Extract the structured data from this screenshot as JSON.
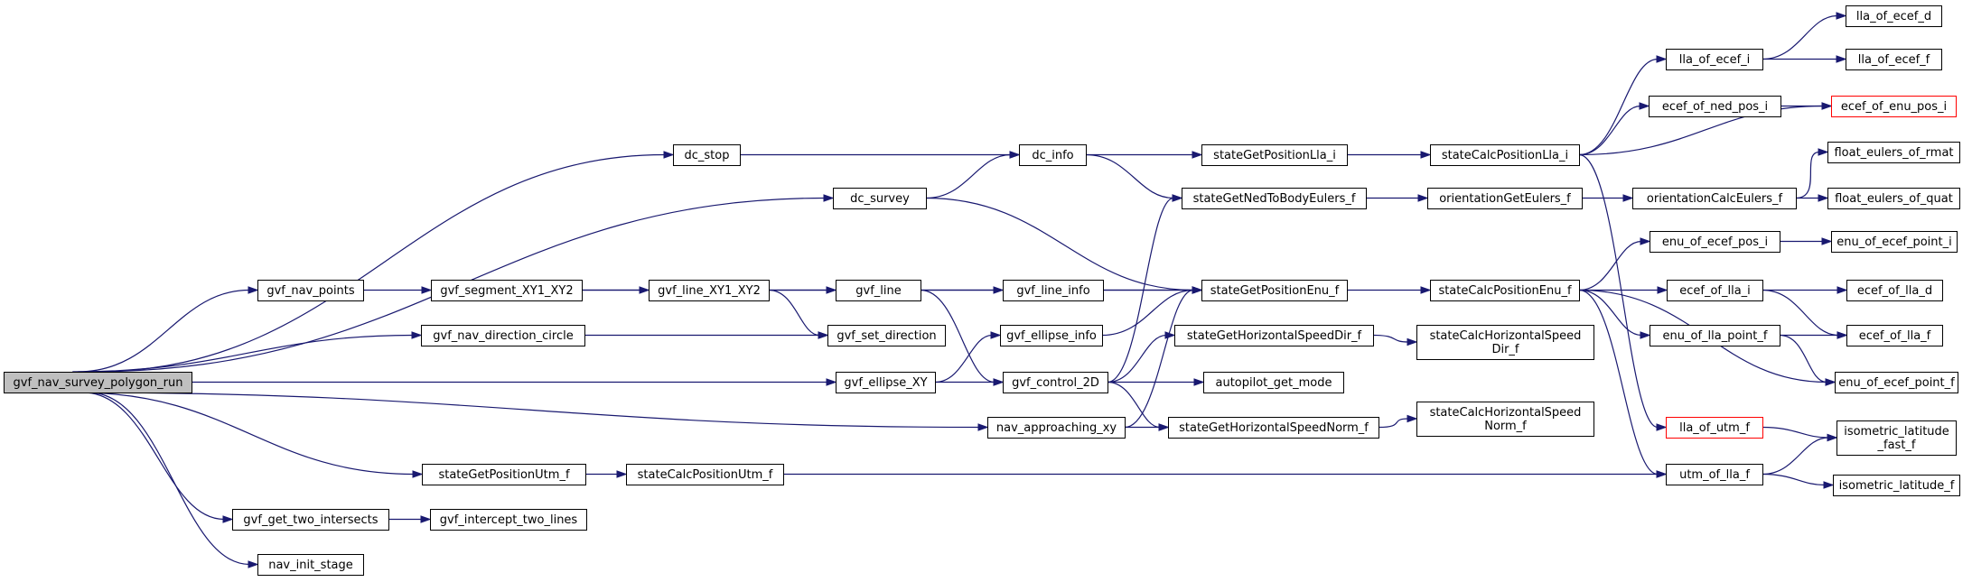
{
  "colors": {
    "edge": "#191970",
    "root_fill": "#bfbfbf",
    "node_border": "#000000",
    "external_border": "#ff0000",
    "node_fill": "#ffffff"
  },
  "nodes": [
    {
      "id": "root",
      "label": [
        "gvf_nav_survey_polygon_run"
      ]
    },
    {
      "id": "dc_stop",
      "label": [
        "dc_stop"
      ]
    },
    {
      "id": "dc_info",
      "label": [
        "dc_info"
      ]
    },
    {
      "id": "dc_survey",
      "label": [
        "dc_survey"
      ]
    },
    {
      "id": "stateGetPositionLla_i",
      "label": [
        "stateGetPositionLla_i"
      ]
    },
    {
      "id": "stateCalcPositionLla_i",
      "label": [
        "stateCalcPositionLla_i"
      ]
    },
    {
      "id": "lla_of_ecef_i",
      "label": [
        "lla_of_ecef_i"
      ]
    },
    {
      "id": "lla_of_ecef_d",
      "label": [
        "lla_of_ecef_d"
      ]
    },
    {
      "id": "lla_of_ecef_f",
      "label": [
        "lla_of_ecef_f"
      ]
    },
    {
      "id": "ecef_of_ned_pos_i",
      "label": [
        "ecef_of_ned_pos_i"
      ]
    },
    {
      "id": "ecef_of_enu_pos_i",
      "label": [
        "ecef_of_enu_pos_i"
      ],
      "external": true
    },
    {
      "id": "stateGetNedToBodyEulers_f",
      "label": [
        "stateGetNedToBodyEulers_f"
      ]
    },
    {
      "id": "orientationGetEulers_f",
      "label": [
        "orientationGetEulers_f"
      ]
    },
    {
      "id": "orientationCalcEulers_f",
      "label": [
        "orientationCalcEulers_f"
      ]
    },
    {
      "id": "float_eulers_of_rmat",
      "label": [
        "float_eulers_of_rmat"
      ]
    },
    {
      "id": "float_eulers_of_quat",
      "label": [
        "float_eulers_of_quat"
      ]
    },
    {
      "id": "gvf_nav_points",
      "label": [
        "gvf_nav_points"
      ]
    },
    {
      "id": "gvf_segment_XY1_XY2",
      "label": [
        "gvf_segment_XY1_XY2"
      ]
    },
    {
      "id": "gvf_line_XY1_XY2",
      "label": [
        "gvf_line_XY1_XY2"
      ]
    },
    {
      "id": "gvf_line",
      "label": [
        "gvf_line"
      ]
    },
    {
      "id": "gvf_line_info",
      "label": [
        "gvf_line_info"
      ]
    },
    {
      "id": "stateGetPositionEnu_f",
      "label": [
        "stateGetPositionEnu_f"
      ]
    },
    {
      "id": "stateCalcPositionEnu_f",
      "label": [
        "stateCalcPositionEnu_f"
      ]
    },
    {
      "id": "enu_of_ecef_pos_i",
      "label": [
        "enu_of_ecef_pos_i"
      ]
    },
    {
      "id": "enu_of_ecef_point_i",
      "label": [
        "enu_of_ecef_point_i"
      ]
    },
    {
      "id": "ecef_of_lla_i",
      "label": [
        "ecef_of_lla_i"
      ]
    },
    {
      "id": "ecef_of_lla_d",
      "label": [
        "ecef_of_lla_d"
      ]
    },
    {
      "id": "gvf_nav_direction_circle",
      "label": [
        "gvf_nav_direction_circle"
      ]
    },
    {
      "id": "gvf_set_direction",
      "label": [
        "gvf_set_direction"
      ]
    },
    {
      "id": "gvf_ellipse_info",
      "label": [
        "gvf_ellipse_info"
      ]
    },
    {
      "id": "stateGetHorizontalSpeedDir_f",
      "label": [
        "stateGetHorizontalSpeedDir_f"
      ]
    },
    {
      "id": "stateCalcHorizontalSpeedDir_f",
      "label": [
        "stateCalcHorizontalSpeed",
        "Dir_f"
      ]
    },
    {
      "id": "enu_of_lla_point_f",
      "label": [
        "enu_of_lla_point_f"
      ]
    },
    {
      "id": "ecef_of_lla_f",
      "label": [
        "ecef_of_lla_f"
      ]
    },
    {
      "id": "gvf_ellipse_XY",
      "label": [
        "gvf_ellipse_XY"
      ]
    },
    {
      "id": "gvf_control_2D",
      "label": [
        "gvf_control_2D"
      ]
    },
    {
      "id": "autopilot_get_mode",
      "label": [
        "autopilot_get_mode"
      ]
    },
    {
      "id": "enu_of_ecef_point_f",
      "label": [
        "enu_of_ecef_point_f"
      ]
    },
    {
      "id": "nav_approaching_xy",
      "label": [
        "nav_approaching_xy"
      ]
    },
    {
      "id": "stateGetHorizontalSpeedNorm_f",
      "label": [
        "stateGetHorizontalSpeedNorm_f"
      ]
    },
    {
      "id": "stateCalcHorizontalSpeedNorm_f",
      "label": [
        "stateCalcHorizontalSpeed",
        "Norm_f"
      ]
    },
    {
      "id": "lla_of_utm_f",
      "label": [
        "lla_of_utm_f"
      ],
      "external": true
    },
    {
      "id": "isometric_latitude_fast_f",
      "label": [
        "isometric_latitude",
        "_fast_f"
      ]
    },
    {
      "id": "stateGetPositionUtm_f",
      "label": [
        "stateGetPositionUtm_f"
      ]
    },
    {
      "id": "stateCalcPositionUtm_f",
      "label": [
        "stateCalcPositionUtm_f"
      ]
    },
    {
      "id": "utm_of_lla_f",
      "label": [
        "utm_of_lla_f"
      ]
    },
    {
      "id": "isometric_latitude_f",
      "label": [
        "isometric_latitude_f"
      ]
    },
    {
      "id": "gvf_get_two_intersects",
      "label": [
        "gvf_get_two_intersects"
      ]
    },
    {
      "id": "gvf_intercept_two_lines",
      "label": [
        "gvf_intercept_two_lines"
      ]
    },
    {
      "id": "nav_init_stage",
      "label": [
        "nav_init_stage"
      ]
    }
  ],
  "edges": [
    [
      "root",
      "dc_stop"
    ],
    [
      "root",
      "dc_survey"
    ],
    [
      "root",
      "gvf_nav_points"
    ],
    [
      "root",
      "gvf_nav_direction_circle"
    ],
    [
      "root",
      "gvf_ellipse_XY"
    ],
    [
      "root",
      "nav_approaching_xy"
    ],
    [
      "root",
      "stateGetPositionUtm_f"
    ],
    [
      "root",
      "gvf_get_two_intersects"
    ],
    [
      "root",
      "nav_init_stage"
    ],
    [
      "dc_stop",
      "dc_info"
    ],
    [
      "dc_survey",
      "dc_info"
    ],
    [
      "dc_survey",
      "stateGetPositionEnu_f"
    ],
    [
      "dc_info",
      "stateGetPositionLla_i"
    ],
    [
      "dc_info",
      "stateGetNedToBodyEulers_f"
    ],
    [
      "stateGetPositionLla_i",
      "stateCalcPositionLla_i"
    ],
    [
      "stateCalcPositionLla_i",
      "lla_of_ecef_i"
    ],
    [
      "stateCalcPositionLla_i",
      "ecef_of_ned_pos_i"
    ],
    [
      "stateCalcPositionLla_i",
      "ecef_of_enu_pos_i"
    ],
    [
      "stateCalcPositionLla_i",
      "lla_of_utm_f"
    ],
    [
      "lla_of_ecef_i",
      "lla_of_ecef_d"
    ],
    [
      "lla_of_ecef_i",
      "lla_of_ecef_f"
    ],
    [
      "ecef_of_ned_pos_i",
      "ecef_of_enu_pos_i"
    ],
    [
      "stateGetNedToBodyEulers_f",
      "orientationGetEulers_f"
    ],
    [
      "orientationGetEulers_f",
      "orientationCalcEulers_f"
    ],
    [
      "orientationCalcEulers_f",
      "float_eulers_of_rmat"
    ],
    [
      "orientationCalcEulers_f",
      "float_eulers_of_quat"
    ],
    [
      "gvf_nav_points",
      "gvf_segment_XY1_XY2"
    ],
    [
      "gvf_segment_XY1_XY2",
      "gvf_line_XY1_XY2"
    ],
    [
      "gvf_segment_XY1_XY2",
      "stateGetPositionEnu_f"
    ],
    [
      "gvf_line_XY1_XY2",
      "gvf_line"
    ],
    [
      "gvf_line_XY1_XY2",
      "gvf_set_direction"
    ],
    [
      "gvf_line",
      "gvf_line_info"
    ],
    [
      "gvf_line",
      "gvf_control_2D"
    ],
    [
      "gvf_line_info",
      "stateGetPositionEnu_f"
    ],
    [
      "stateGetPositionEnu_f",
      "stateCalcPositionEnu_f"
    ],
    [
      "stateCalcPositionEnu_f",
      "enu_of_ecef_pos_i"
    ],
    [
      "stateCalcPositionEnu_f",
      "ecef_of_lla_i"
    ],
    [
      "stateCalcPositionEnu_f",
      "enu_of_lla_point_f"
    ],
    [
      "stateCalcPositionEnu_f",
      "enu_of_ecef_point_f"
    ],
    [
      "stateCalcPositionEnu_f",
      "utm_of_lla_f"
    ],
    [
      "enu_of_ecef_pos_i",
      "enu_of_ecef_point_i"
    ],
    [
      "ecef_of_lla_i",
      "ecef_of_lla_d"
    ],
    [
      "ecef_of_lla_i",
      "ecef_of_lla_f"
    ],
    [
      "enu_of_lla_point_f",
      "ecef_of_lla_f"
    ],
    [
      "enu_of_lla_point_f",
      "enu_of_ecef_point_f"
    ],
    [
      "gvf_nav_direction_circle",
      "gvf_set_direction"
    ],
    [
      "gvf_ellipse_XY",
      "gvf_ellipse_info"
    ],
    [
      "gvf_ellipse_XY",
      "gvf_control_2D"
    ],
    [
      "gvf_ellipse_info",
      "stateGetPositionEnu_f"
    ],
    [
      "gvf_control_2D",
      "stateGetNedToBodyEulers_f"
    ],
    [
      "gvf_control_2D",
      "stateGetHorizontalSpeedDir_f"
    ],
    [
      "gvf_control_2D",
      "autopilot_get_mode"
    ],
    [
      "gvf_control_2D",
      "stateGetHorizontalSpeedNorm_f"
    ],
    [
      "stateGetHorizontalSpeedDir_f",
      "stateCalcHorizontalSpeedDir_f"
    ],
    [
      "nav_approaching_xy",
      "stateGetPositionEnu_f"
    ],
    [
      "nav_approaching_xy",
      "stateGetHorizontalSpeedNorm_f"
    ],
    [
      "stateGetHorizontalSpeedNorm_f",
      "stateCalcHorizontalSpeedNorm_f"
    ],
    [
      "lla_of_utm_f",
      "isometric_latitude_fast_f"
    ],
    [
      "stateGetPositionUtm_f",
      "stateCalcPositionUtm_f"
    ],
    [
      "stateCalcPositionUtm_f",
      "utm_of_lla_f"
    ],
    [
      "utm_of_lla_f",
      "isometric_latitude_fast_f"
    ],
    [
      "utm_of_lla_f",
      "isometric_latitude_f"
    ],
    [
      "gvf_get_two_intersects",
      "gvf_intercept_two_lines"
    ]
  ]
}
